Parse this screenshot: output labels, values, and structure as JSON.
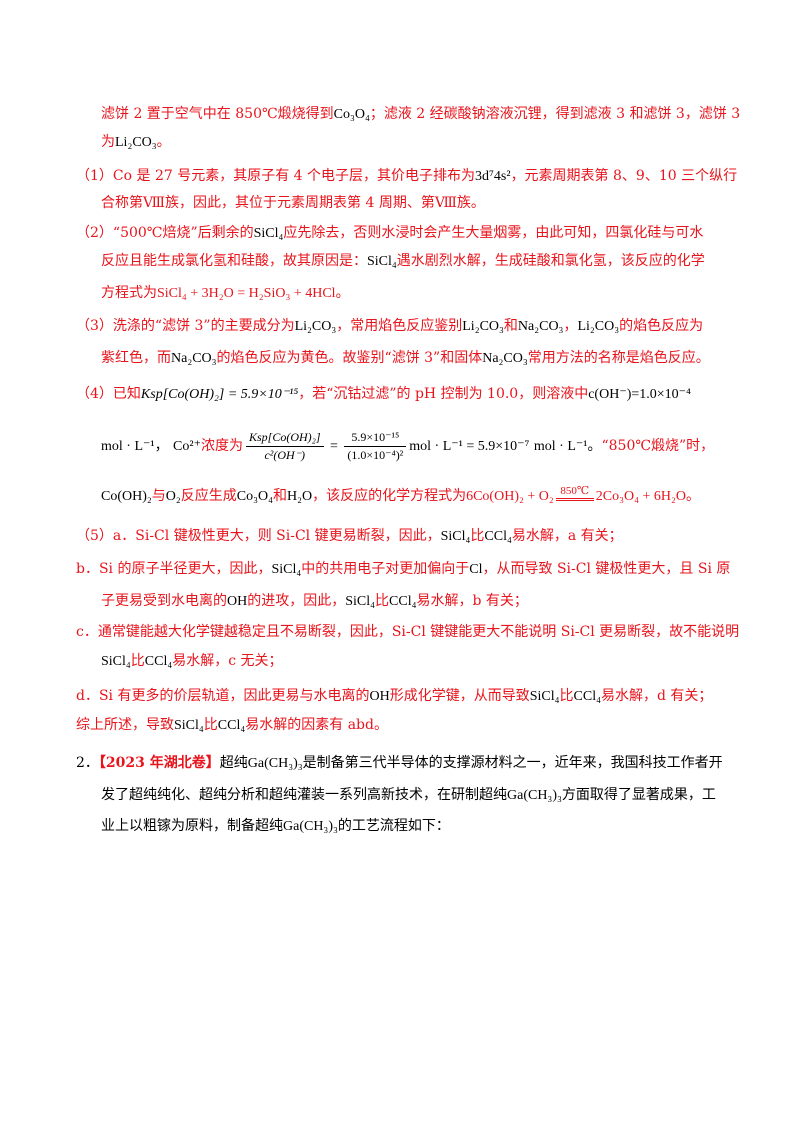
{
  "l1": {
    "a": "滤饼 2 置于空气中在 850℃煅烧得到",
    "b": "；滤液 2 经碳酸钠溶液沉锂，得到滤液 3 和滤饼 3，滤饼 3"
  },
  "l2": {
    "a": "为",
    "b": "。"
  },
  "p1": {
    "a": "（1）Co 是 27 号元素，其原子有 4 个电子层，其价电子排布为",
    "b": "，元素周期表第 8、9、10 三个纵行",
    "c": "合称第Ⅷ族，因此，其位于元素周期表第 4 周期、第Ⅷ族。"
  },
  "p2": {
    "a": "（2）“500℃焙烧”后剩余的",
    "b": "应先除去，否则水浸时会产生大量烟雾，由此可知，四氯化硅与可水",
    "c": "反应且能生成氯化氢和硅酸，故其原因是：",
    "d": "遇水剧烈水解，生成硅酸和氯化氢，该反应的化学",
    "e": "方程式为",
    "f": "。"
  },
  "p3": {
    "a": "（3）洗涤的“滤饼 3”的主要成分为",
    "b": "，常用焰色反应鉴别",
    "c": "和",
    "d": "，",
    "e": "的焰色反应为",
    "f": "紫红色，而",
    "g": "的焰色反应为黄色。故鉴别“滤饼 3”和固体",
    "h": "常用方法的名称是焰色反应。"
  },
  "p4": {
    "a": "（4）已知",
    "b": "，若“沉钴过滤”的 pH 控制为 10.0，则溶液中",
    "c": "c(OH⁻)=1.0×10⁻⁴",
    "d": "mol · L⁻¹，",
    "e": "浓度为",
    "f": "mol · L⁻¹ = 5.9×10⁻⁷",
    "g": "mol · L⁻¹。",
    "h": "“850℃煅烧”时，",
    "i": "与",
    "j": "反应生成",
    "k": "和",
    "l": "，该反应的化学方程式为",
    "m": "。"
  },
  "p5": {
    "a": "（5）a．Si-Cl 键极性更大，则 Si-Cl 键更易断裂，因此，",
    "b": "比",
    "c": "易水解，a 有关；"
  },
  "pb": {
    "a": "b．Si 的原子半径更大，因此，",
    "b": "中的共用电子对更加偏向于",
    "c": "，从而导致 Si-Cl 键极性更大，且 Si 原",
    "d": "子更易受到水电离的",
    "e": "的进攻，因此，",
    "f": "比",
    "g": "易水解，b 有关；"
  },
  "pc": {
    "a": "c．通常键能越大化学键越稳定且不易断裂，因此，Si-Cl 键键能更大不能说明 Si-Cl 更易断裂，故不能说明",
    "b": "比",
    "c": "易水解，c 无关；"
  },
  "pd": {
    "a": "d．Si 有更多的价层轨道，因此更易与水电离的",
    "b": "形成化学键，从而导致",
    "c": "比",
    "d": "易水解，d 有关；",
    "e": "综上所述，导致",
    "f": "比",
    "g": "易水解的因素有 abd。"
  },
  "q2": {
    "num": "2．",
    "tag": "【2023 年湖北卷】",
    "a": "超纯",
    "b": "是制备第三代半导体的支撑源材料之一，近年来，我国科技工作者开",
    "c": "发了超纯纯化、超纯分析和超纯灌装一系列高新技术，在研制超纯",
    "d": "方面取得了显著成果，工",
    "e": "业上以粗镓为原料，制备超纯",
    "f": "的工艺流程如下："
  },
  "chem": {
    "co3o4": "Co₃O₄",
    "li2co3": "Li₂CO₃",
    "na2co3": "Na₂CO₃",
    "sicl4": "SiCl₄",
    "ccl4": "CCl₄",
    "config": "3d⁷4s²",
    "eq1": "SiCl₄ + 3H₂O = H₂SiO₃ + 4HCl",
    "ksp": "Ksp[Co(OH)₂] = 5.9×10⁻¹⁵",
    "co2": "Co²⁺",
    "frac1_num": "Ksp[Co(OH)₂]",
    "frac1_den": "c²(OH⁻)",
    "frac2_num": "5.9×10⁻¹⁵",
    "frac2_den": "(1.0×10⁻⁴)²",
    "cooh2": "Co(OH)₂",
    "o2": "O₂",
    "h2o": "H₂O",
    "eq2_left": "6Co(OH)₂ + O₂",
    "eq2_cond": "850℃",
    "eq2_right": "2Co₃O₄ + 6H₂O",
    "cl": "Cl",
    "oh": "OH",
    "gach3": "Ga(CH₃)₃"
  }
}
